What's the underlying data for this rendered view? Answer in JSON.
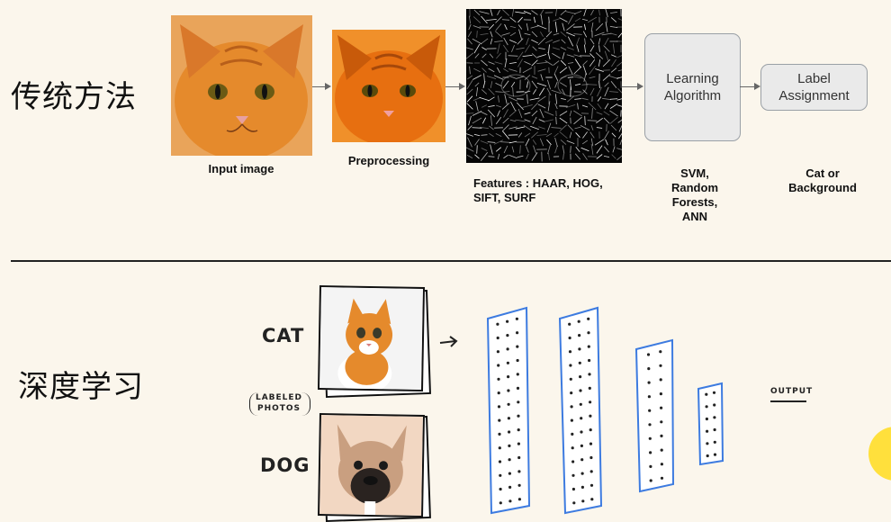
{
  "top": {
    "section_title": "传统方法",
    "captions": {
      "input": "Input image",
      "preprocess": "Preprocessing",
      "features_l1": "Features  : HAAR, HOG,",
      "features_l2": "SIFT, SURF",
      "svm_l1": "SVM,",
      "svm_l2": "Random",
      "svm_l3": "Forests,",
      "svm_l4": "ANN",
      "cat_l1": "Cat or",
      "cat_l2": "Background"
    },
    "boxes": {
      "learning_l1": "Learning",
      "learning_l2": "Algorithm",
      "label_l1": "Label",
      "label_l2": "Assignment"
    }
  },
  "bottom": {
    "section_title": "深度学习",
    "cat_label": "CAT",
    "labeled_l1": "LABELED",
    "labeled_l2": "PHOTOS",
    "dog_label": "DOG",
    "output_label": "OUTPUT"
  },
  "colors": {
    "background": "#fbf6ec",
    "layer_blue": "#3d7be0",
    "cat_orange": "#e58a2c",
    "button_yellow": "#ffe03c"
  }
}
